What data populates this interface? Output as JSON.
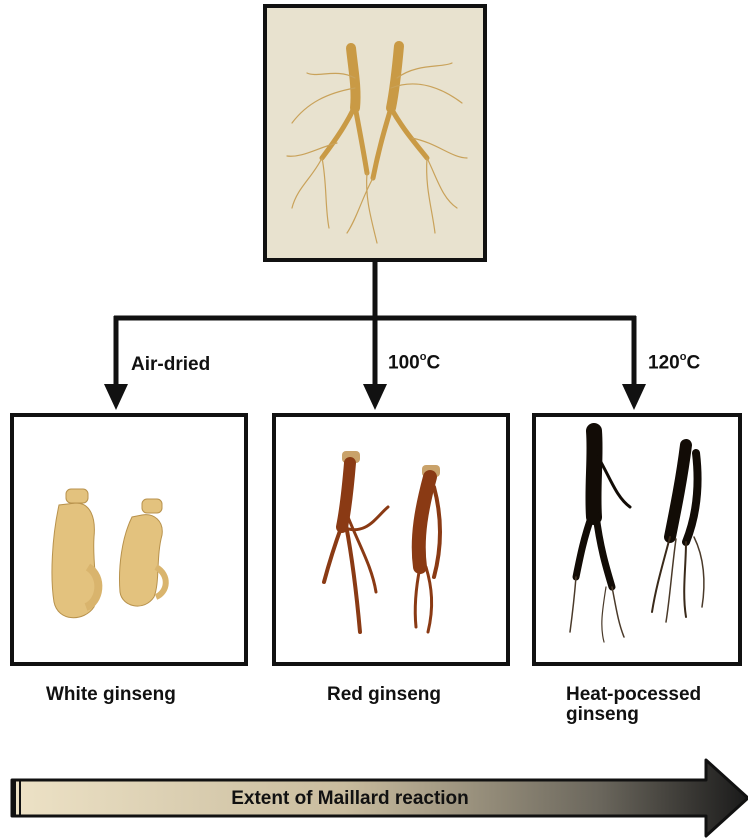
{
  "branches": {
    "left": {
      "label": "Air-dried"
    },
    "middle": {
      "label_num": "100",
      "label_sup": "o",
      "label_unit": "C"
    },
    "right": {
      "label_num": "120",
      "label_sup": "o",
      "label_unit": "C"
    }
  },
  "captions": {
    "white": "White ginseng",
    "red": "Red ginseng",
    "heat_line1": "Heat-pocessed",
    "heat_line2": "ginseng"
  },
  "bar": {
    "label": "Extent of Maillard reaction"
  },
  "colors": {
    "bar_start": "#ede2c6",
    "bar_end": "#1a1a1a",
    "white_ginseng": "#e3c27e",
    "red_ginseng": "#8a3a14",
    "heat_ginseng": "#120c06",
    "raw_ginseng": "#d7a853"
  }
}
